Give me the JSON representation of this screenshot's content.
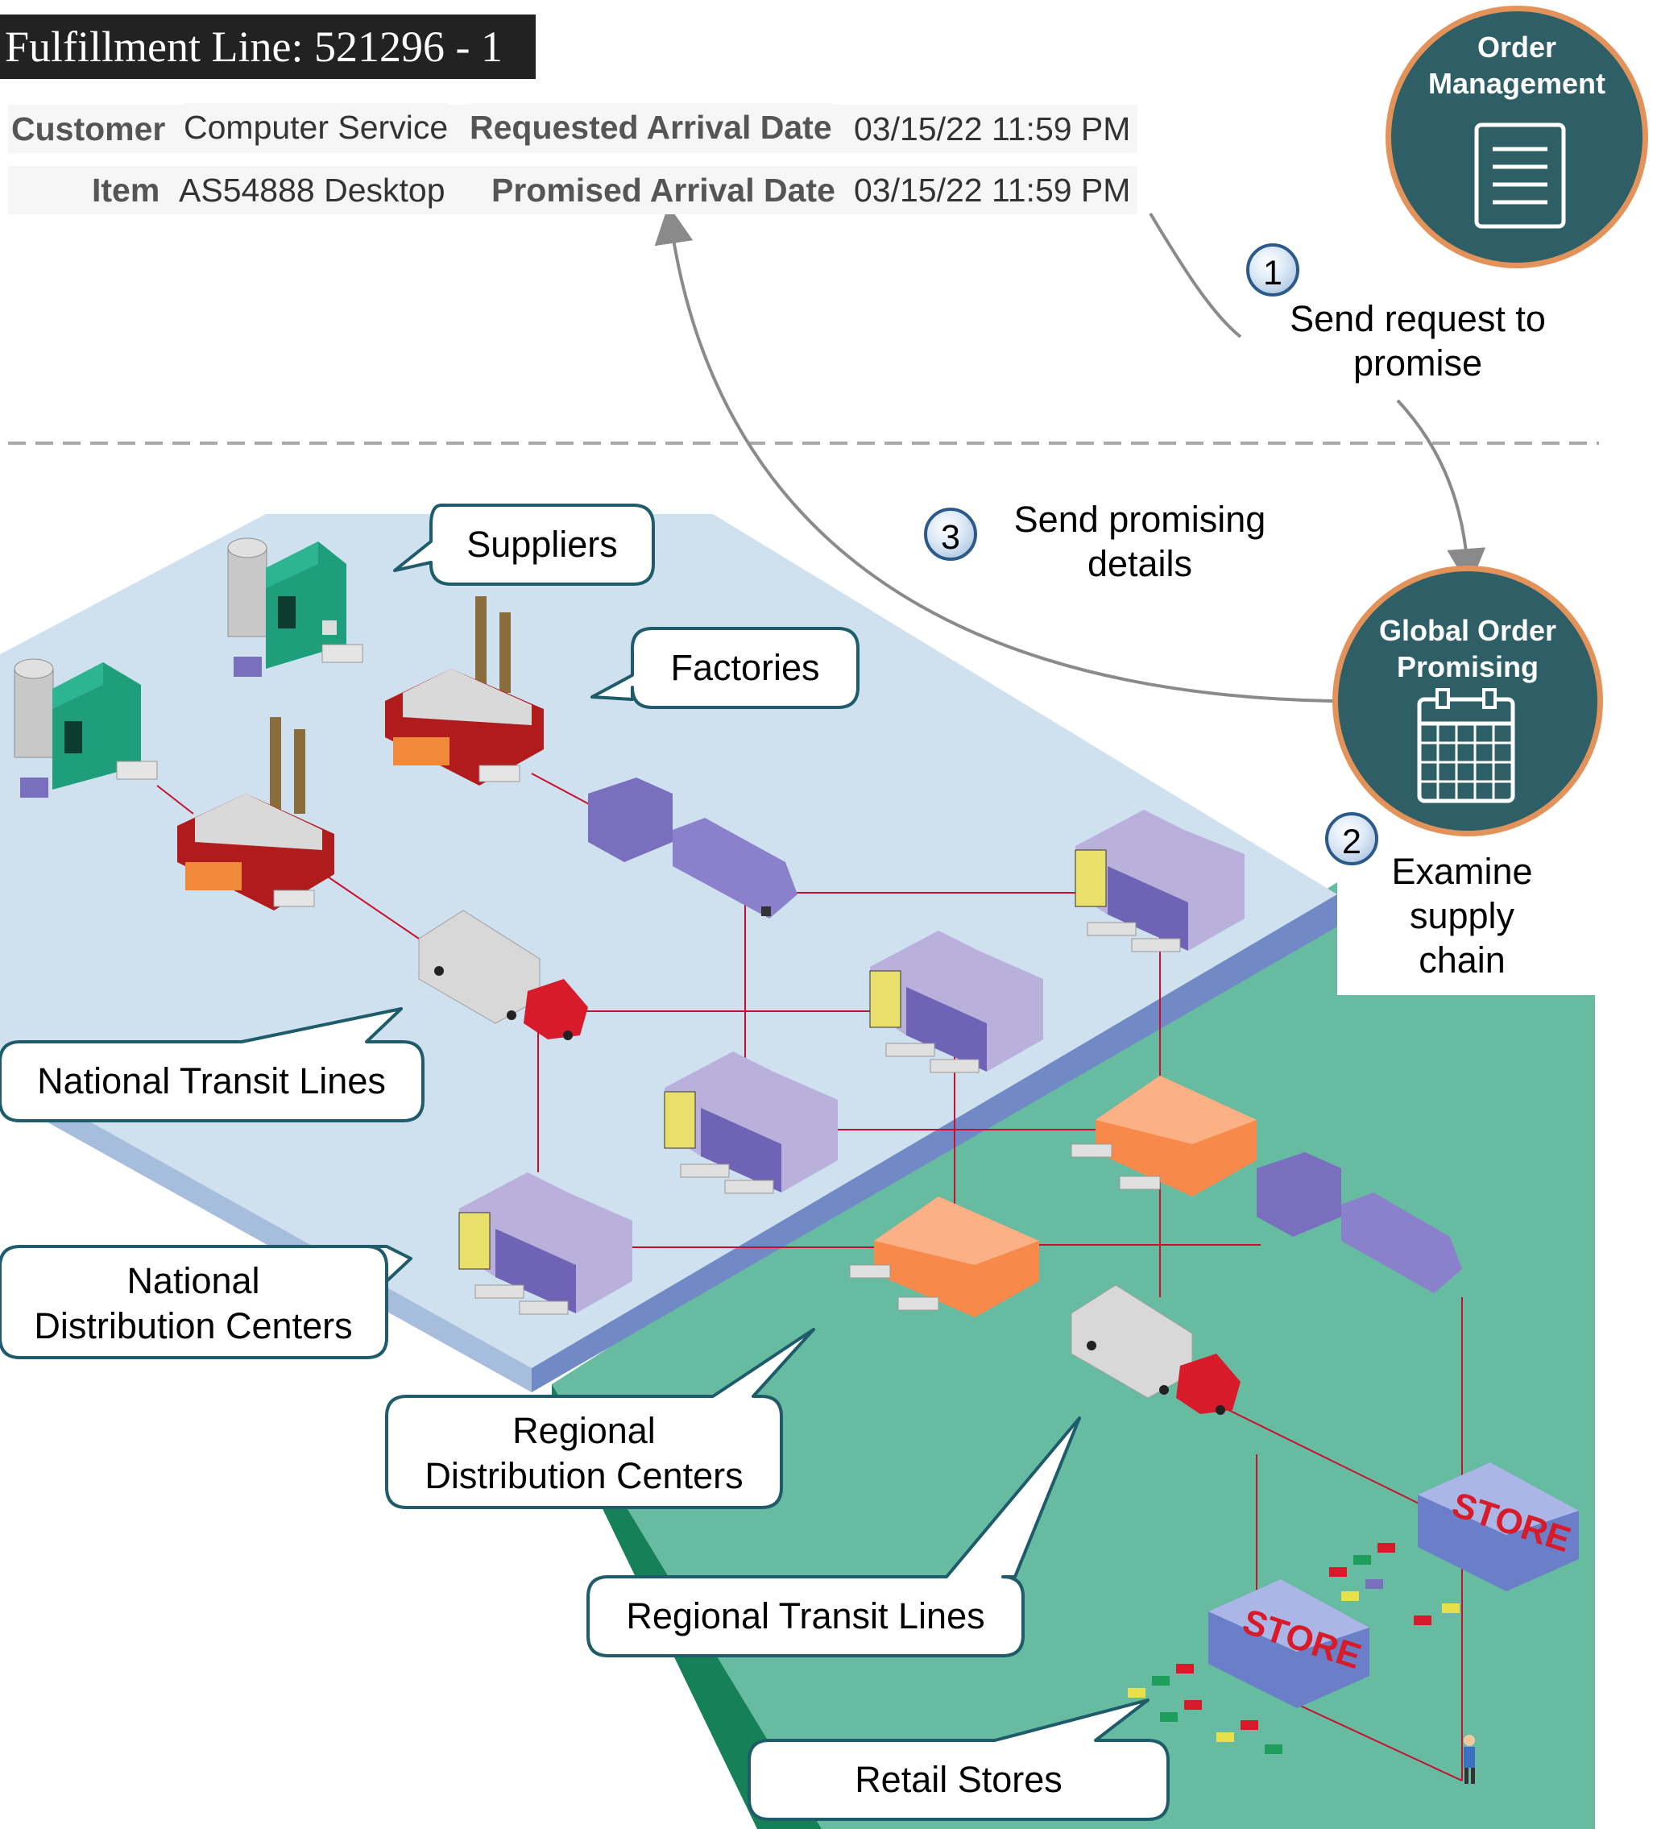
{
  "header": {
    "title": "Fulfillment Line: 521296 - 1",
    "fields": {
      "customer_label": "Customer",
      "customer_value": "Computer Service",
      "item_label": "Item",
      "item_value": "AS54888 Desktop",
      "requested_label": "Requested Arrival Date",
      "requested_value": "03/15/22 11:59 PM",
      "promised_label": "Promised Arrival Date",
      "promised_value": "03/15/22 11:59 PM"
    }
  },
  "systems": {
    "order_management": {
      "line1": "Order",
      "line2": "Management",
      "icon": "document-icon"
    },
    "global_order_promising": {
      "line1": "Global Order",
      "line2": "Promising",
      "icon": "calendar-icon"
    }
  },
  "steps": [
    {
      "number": "1",
      "line1": "Send request to",
      "line2": "promise"
    },
    {
      "number": "2",
      "line1": "Examine",
      "line2": "supply",
      "line3": "chain"
    },
    {
      "number": "3",
      "line1": "Send promising",
      "line2": "details"
    }
  ],
  "callouts": {
    "suppliers": "Suppliers",
    "factories": "Factories",
    "national_transit": "National Transit Lines",
    "national_dc_line1": "National",
    "national_dc_line2": "Distribution Centers",
    "regional_dc_line1": "Regional",
    "regional_dc_line2": "Distribution Centers",
    "regional_transit": "Regional Transit Lines",
    "retail_stores": "Retail Stores"
  },
  "store_sign": "STORE",
  "colors": {
    "circle_fill": "#2e5f66",
    "circle_ring": "#e3935a",
    "national_plane": "#cfe0ee",
    "national_edge": "#7189c4",
    "regional_plane": "#66bba1",
    "regional_edge": "#168158",
    "route_line": "#c8102e",
    "callout_border": "#1e5c6b"
  }
}
